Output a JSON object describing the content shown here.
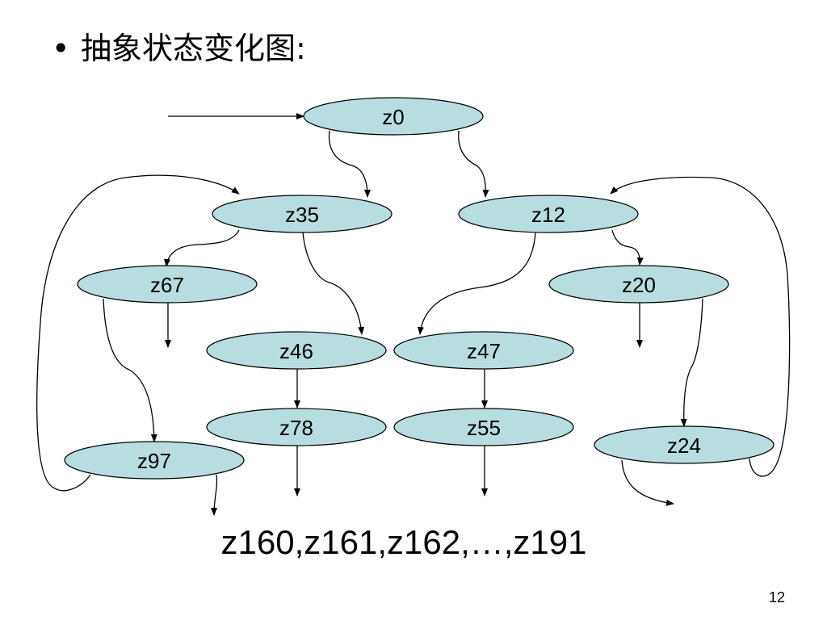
{
  "slide": {
    "title": "抽象状态变化图:",
    "bullet": "•",
    "footer": "z160,z161,z162,…,z191",
    "page_number": "12"
  },
  "diagram": {
    "nodes": [
      {
        "id": "z0",
        "label": "z0"
      },
      {
        "id": "z35",
        "label": "z35"
      },
      {
        "id": "z12",
        "label": "z12"
      },
      {
        "id": "z67",
        "label": "z67"
      },
      {
        "id": "z20",
        "label": "z20"
      },
      {
        "id": "z46",
        "label": "z46"
      },
      {
        "id": "z47",
        "label": "z47"
      },
      {
        "id": "z78",
        "label": "z78"
      },
      {
        "id": "z55",
        "label": "z55"
      },
      {
        "id": "z97",
        "label": "z97"
      },
      {
        "id": "z24",
        "label": "z24"
      }
    ],
    "edges": [
      {
        "from": "start",
        "to": "z0"
      },
      {
        "from": "z0",
        "to": "z35"
      },
      {
        "from": "z0",
        "to": "z12"
      },
      {
        "from": "z35",
        "to": "z67"
      },
      {
        "from": "z35",
        "to": "z46"
      },
      {
        "from": "z12",
        "to": "z47"
      },
      {
        "from": "z12",
        "to": "z20"
      },
      {
        "from": "z67",
        "to": "z97"
      },
      {
        "from": "z67",
        "to": "out"
      },
      {
        "from": "z46",
        "to": "z78"
      },
      {
        "from": "z47",
        "to": "z55"
      },
      {
        "from": "z20",
        "to": "z24"
      },
      {
        "from": "z20",
        "to": "out"
      },
      {
        "from": "z97",
        "to": "z35"
      },
      {
        "from": "z97",
        "to": "out"
      },
      {
        "from": "z78",
        "to": "out"
      },
      {
        "from": "z55",
        "to": "out"
      },
      {
        "from": "z24",
        "to": "z12"
      },
      {
        "from": "z24",
        "to": "out"
      }
    ],
    "colors": {
      "node_fill": "#b8dde0",
      "stroke": "#000000"
    }
  }
}
